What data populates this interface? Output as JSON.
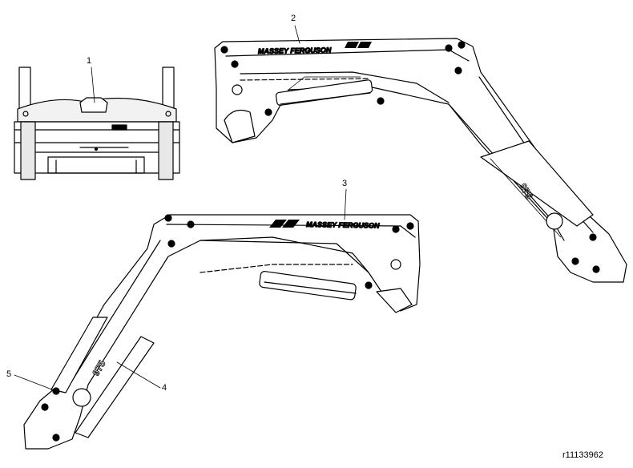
{
  "callouts": {
    "c1": "1",
    "c2": "2",
    "c3": "3",
    "c4": "4",
    "c5": "5"
  },
  "decals": {
    "brand": "MASSEY FERGUSON",
    "model": "975"
  },
  "reference": "r11133962"
}
